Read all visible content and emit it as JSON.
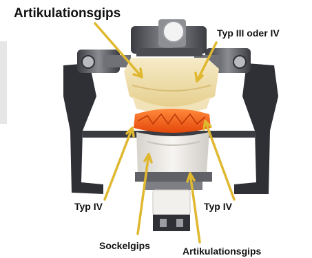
{
  "colors": {
    "arrow": "#e0b830",
    "mounting_plaster": "#efdca4",
    "base_plaster": "#eeeae4",
    "teeth": "#f05a14",
    "metal": "#5f6167",
    "frame": "#2e3036"
  },
  "labels": {
    "mounting_top": "Artikulationsgips",
    "type_top": "Typ III oder IV",
    "type_left": "Typ IV",
    "type_right": "Typ IV",
    "base_plaster": "Sockelgips",
    "mounting_bottom": "Artikulationsgips"
  }
}
